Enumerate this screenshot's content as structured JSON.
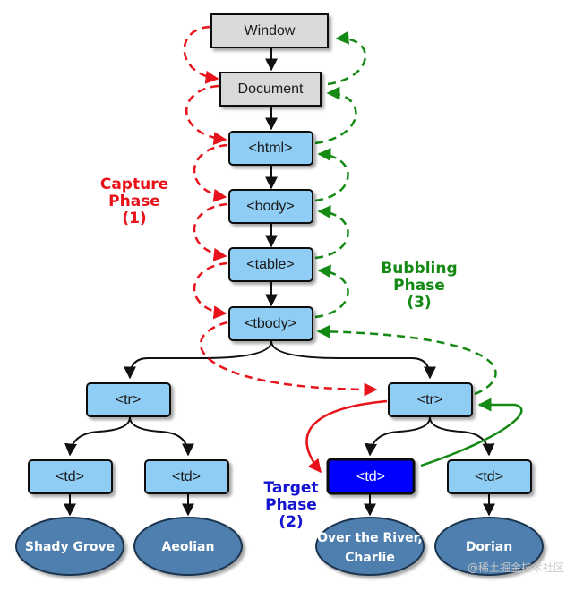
{
  "nodes": {
    "window": "Window",
    "document": "Document",
    "html": "<html>",
    "body": "<body>",
    "table": "<table>",
    "tbody": "<tbody>",
    "tr_left": "<tr>",
    "tr_right": "<tr>",
    "td_1": "<td>",
    "td_2": "<td>",
    "td_target": "<td>",
    "td_4": "<td>"
  },
  "leaves": {
    "leaf_1": "Shady Grove",
    "leaf_2": "Aeolian",
    "leaf_3_line1": "Over the River,",
    "leaf_3_line2": "Charlie",
    "leaf_4": "Dorian"
  },
  "phases": {
    "capture_line1": "Capture",
    "capture_line2": "Phase",
    "capture_line3": "(1)",
    "bubbling_line1": "Bubbling",
    "bubbling_line2": "Phase",
    "bubbling_line3": "(3)",
    "target_line1": "Target",
    "target_line2": "Phase",
    "target_line3": "(2)"
  },
  "watermark": "@稀土掘金技术社区",
  "colors": {
    "capture": "#e8121a",
    "bubbling": "#148a14",
    "target": "#1414d2",
    "node_fill": "#8fcdf5",
    "root_fill": "#d9d9d9",
    "target_fill": "#0000ff",
    "leaf_fill": "#4f7fae"
  }
}
